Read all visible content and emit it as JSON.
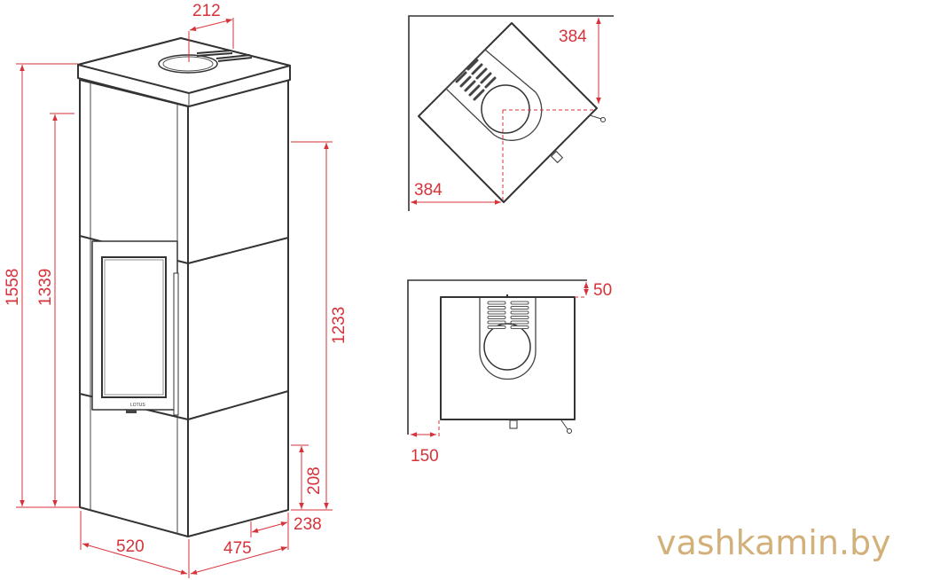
{
  "front_view": {
    "dimensions": {
      "total_height": "1558",
      "door_top_height": "1339",
      "flue_height": "1233",
      "air_inlet_height": "208",
      "air_inlet_offset": "238",
      "width": "520",
      "depth": "475",
      "flue_offset": "212"
    },
    "logo": "LOTUS"
  },
  "corner_plan": {
    "dimensions": {
      "wall_distance_back": "384",
      "wall_distance_side": "384"
    }
  },
  "wall_plan": {
    "dimensions": {
      "back_clearance": "50",
      "side_clearance": "150"
    }
  },
  "watermark": "vashkamin.by",
  "colors": {
    "dimension": "#d6323a",
    "outline": "#333333",
    "watermark": "#cfa86c"
  }
}
